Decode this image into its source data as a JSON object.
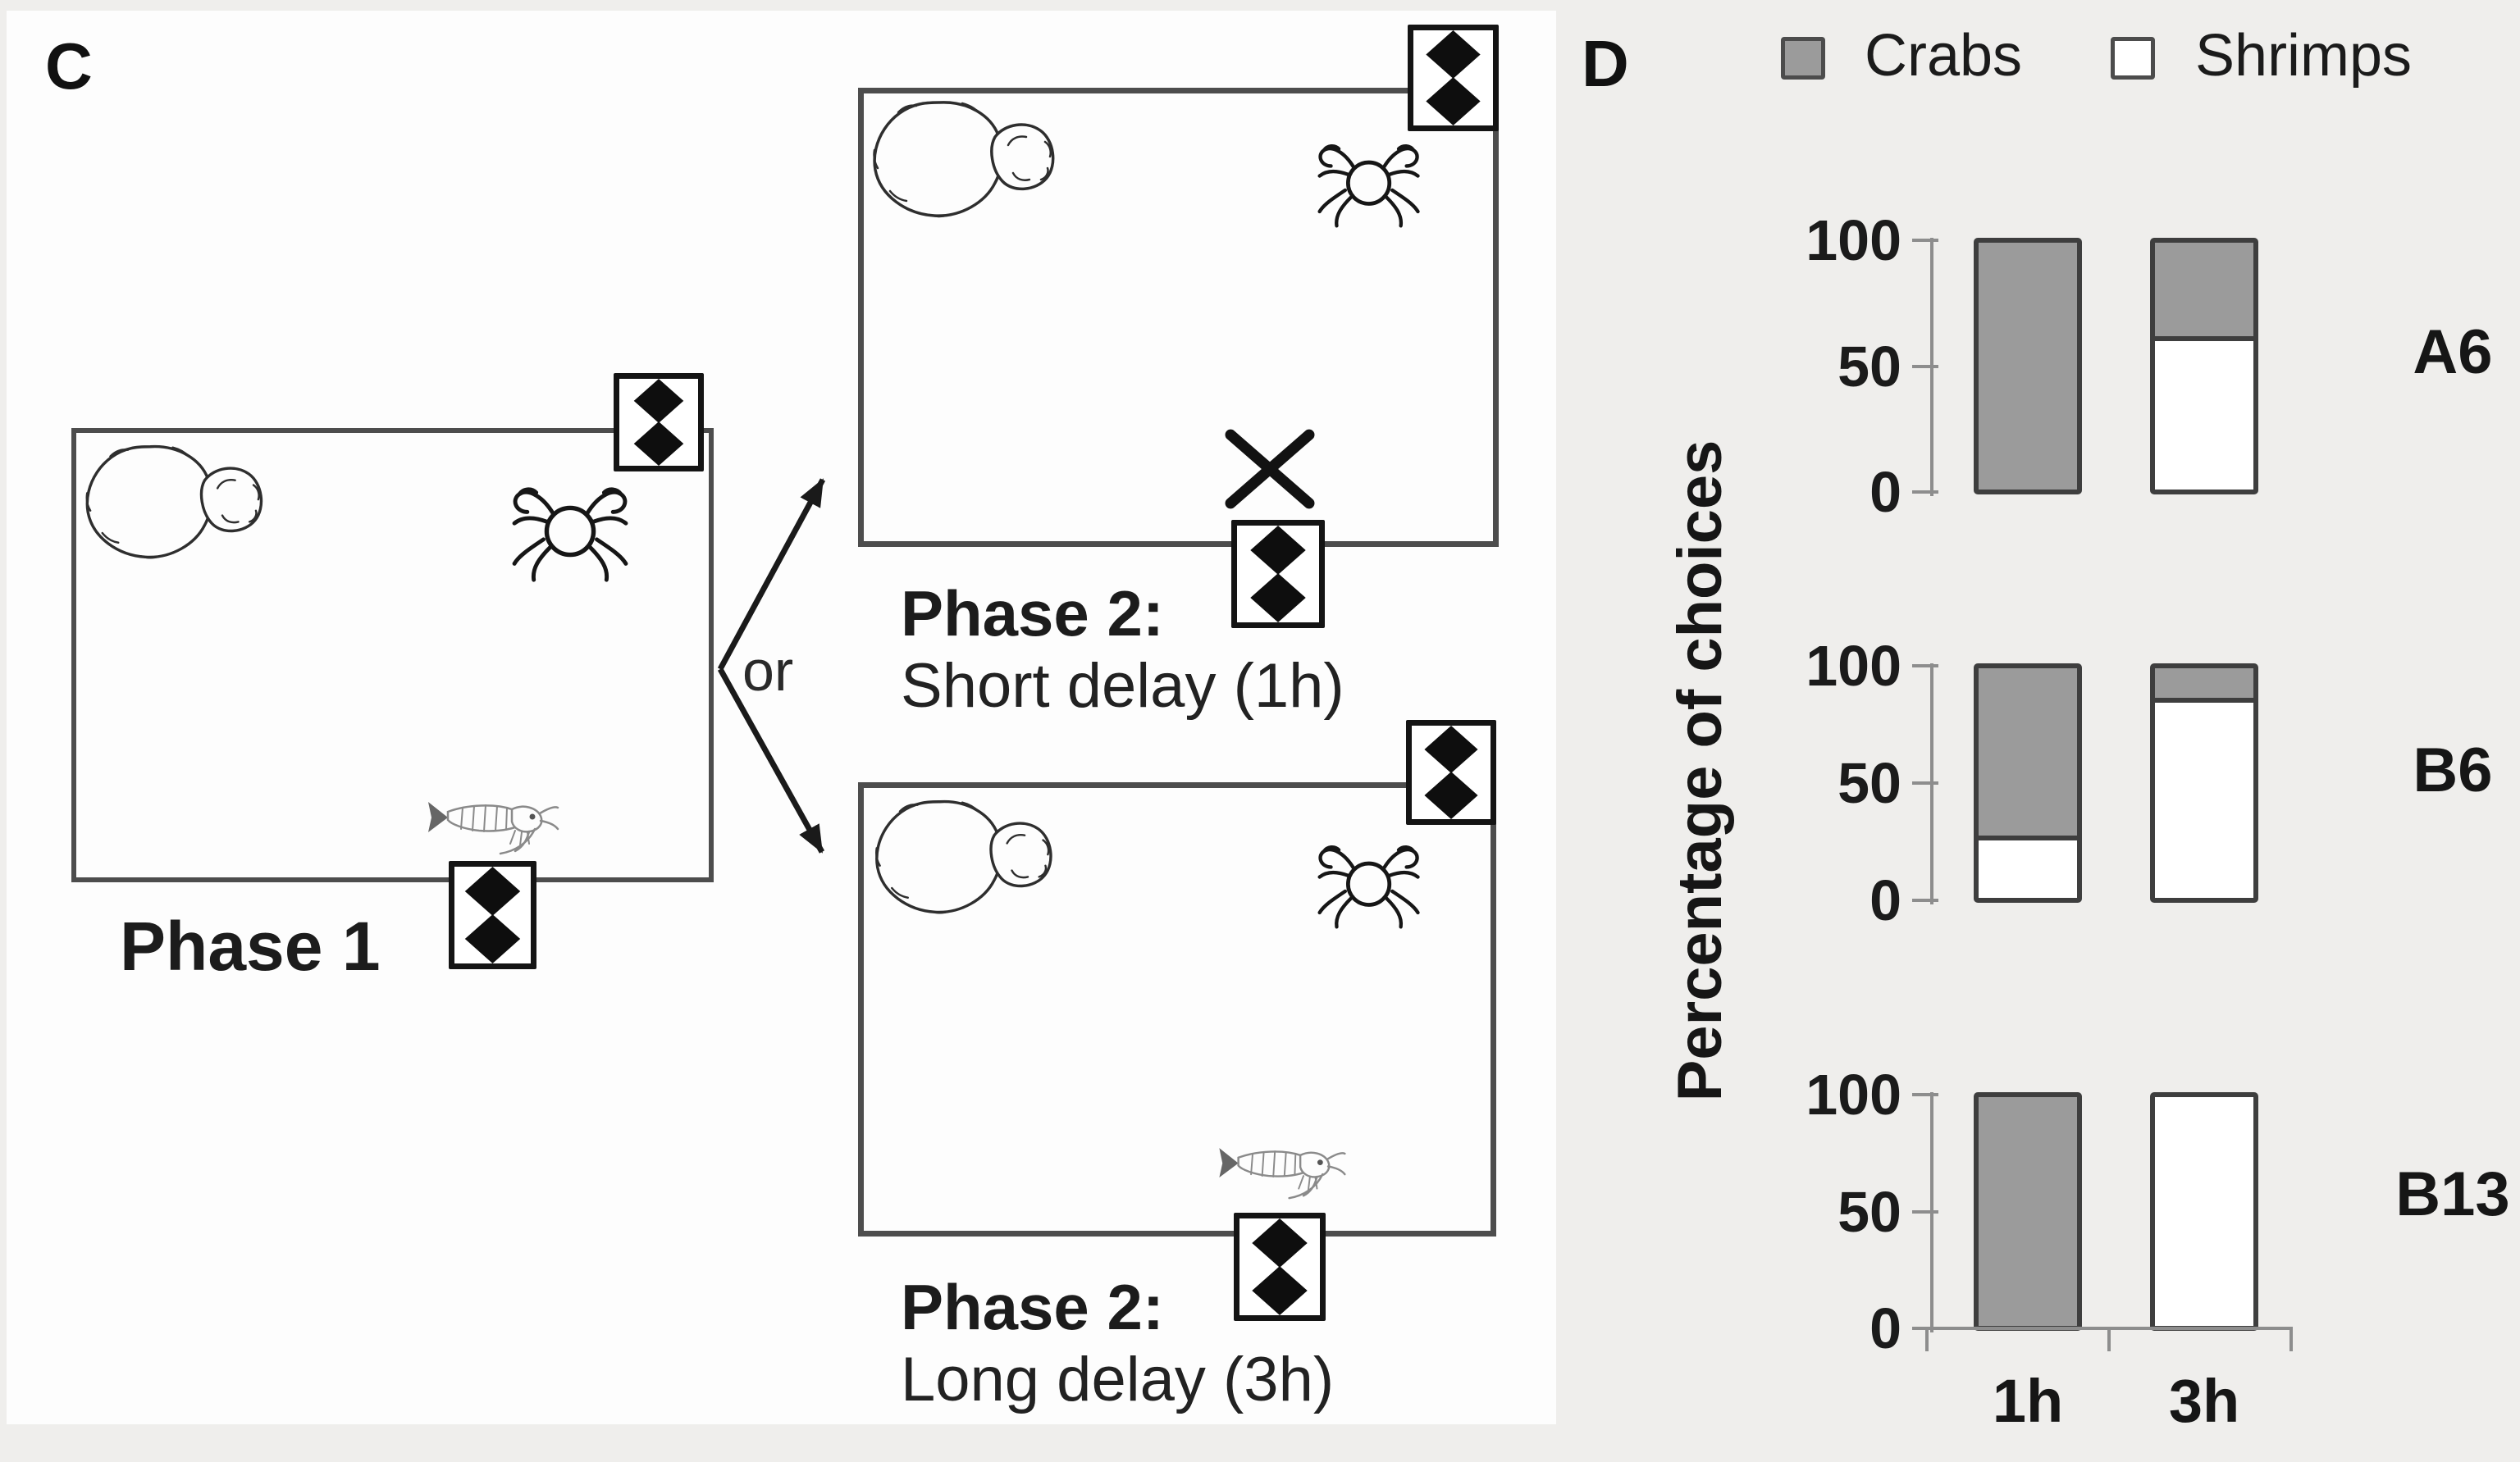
{
  "panel_c": {
    "label": "C",
    "phase1_caption": "Phase 1",
    "or_label": "or",
    "phase2_short_caption_line1": "Phase 2:",
    "phase2_short_caption_line2": "Short delay (1h)",
    "phase2_long_caption_line1": "Phase 2:",
    "phase2_long_caption_line2": "Long delay (3h)",
    "icons": {
      "cuttlefish": "cuttlefish-drawing",
      "crab": "crab-drawing",
      "shrimp": "shrimp-drawing",
      "landmark": "double-diamond-landmark",
      "x_mark": "x-mark-no-prey"
    }
  },
  "panel_d": {
    "label": "D",
    "legend": [
      {
        "label": "Crabs",
        "swatch_color": "#9b9b9b"
      },
      {
        "label": "Shrimps",
        "swatch_color": "#ffffff"
      }
    ],
    "y_axis_title": "Percentage of choices"
  },
  "chart_data": [
    {
      "type": "bar",
      "stacked": true,
      "subject": "A6",
      "categories": [
        "1h",
        "3h"
      ],
      "series": [
        {
          "name": "Crabs",
          "color": "#9b9b9b",
          "values": [
            100,
            40
          ]
        },
        {
          "name": "Shrimps",
          "color": "#ffffff",
          "values": [
            0,
            60
          ]
        }
      ],
      "ylim": [
        0,
        100
      ],
      "yticks": [
        100,
        50,
        0
      ],
      "show_x_tick_labels": false
    },
    {
      "type": "bar",
      "stacked": true,
      "subject": "B6",
      "categories": [
        "1h",
        "3h"
      ],
      "series": [
        {
          "name": "Crabs",
          "color": "#9b9b9b",
          "values": [
            75,
            15
          ]
        },
        {
          "name": "Shrimps",
          "color": "#ffffff",
          "values": [
            25,
            85
          ]
        }
      ],
      "ylim": [
        0,
        100
      ],
      "yticks": [
        100,
        50,
        0
      ],
      "show_x_tick_labels": false
    },
    {
      "type": "bar",
      "stacked": true,
      "subject": "B13",
      "categories": [
        "1h",
        "3h"
      ],
      "series": [
        {
          "name": "Crabs",
          "color": "#9b9b9b",
          "values": [
            100,
            0
          ]
        },
        {
          "name": "Shrimps",
          "color": "#ffffff",
          "values": [
            0,
            100
          ]
        }
      ],
      "ylim": [
        0,
        100
      ],
      "yticks": [
        100,
        50,
        0
      ],
      "show_x_tick_labels": true
    }
  ],
  "colors": {
    "background": "#efeeec",
    "panel_bg": "#fdfdfd",
    "bar_border": "#3e3e3e",
    "bar_gray": "#9b9b9b",
    "axis_gray": "#8d8d8d",
    "enclosure_line": "#4d4d4d",
    "text": "#1b1b1b"
  }
}
